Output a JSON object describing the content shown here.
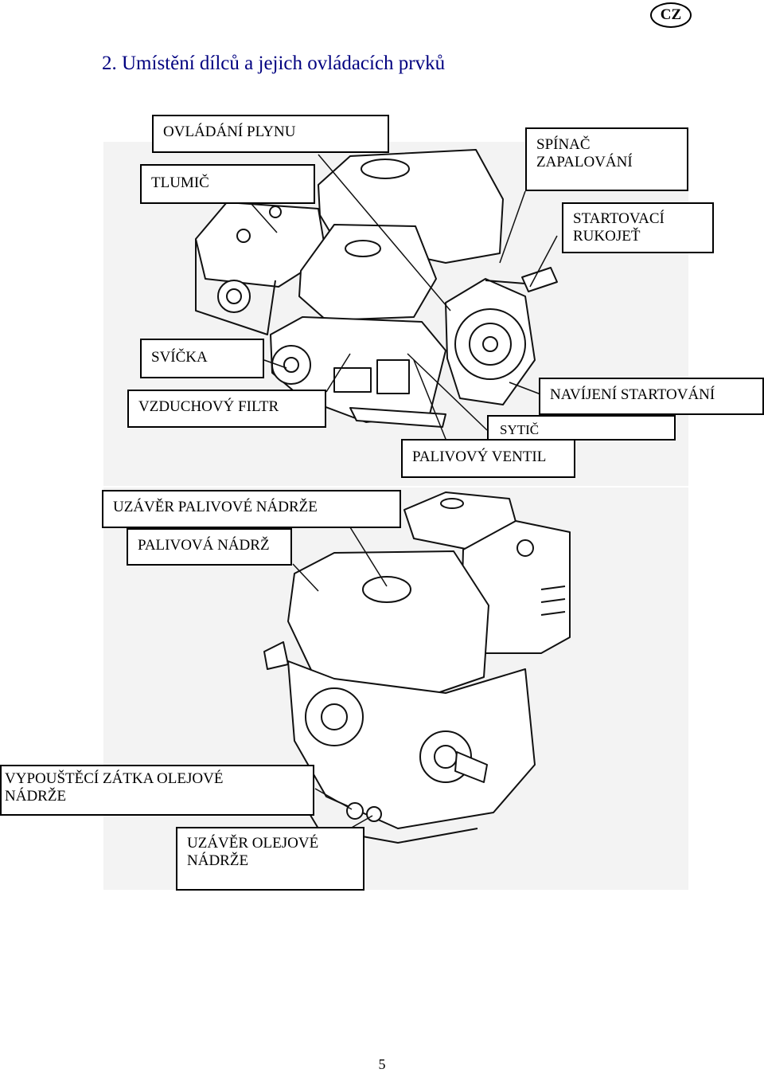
{
  "header": {
    "lang_badge": "CZ",
    "title": "2. Umístění dílců a jejich ovládacích prvků"
  },
  "figure_top": {
    "labels": {
      "throttle": "OVLÁDÁNÍ PLYNU",
      "muffler": "TLUMIČ",
      "ignition_switch": "SPÍNAČ\nZAPALOVÁNÍ",
      "starter_grip": "STARTOVACÍ\nRUKOJEŤ",
      "spark_plug": "SVÍČKA",
      "air_filter": "VZDUCHOVÝ FILTR",
      "recoil_starter": "NAVÍJENÍ STARTOVÁNÍ",
      "choke": "SYTIČ",
      "fuel_valve": "PALIVOVÝ VENTIL"
    }
  },
  "figure_bottom": {
    "labels": {
      "fuel_cap": "UZÁVĚR PALIVOVÉ NÁDRŽE",
      "fuel_tank": "PALIVOVÁ NÁDRŽ",
      "oil_drain_plug": "VYPOUŠTĚCÍ ZÁTKA OLEJOVÉ\nNÁDRŽE",
      "oil_filler_cap": "UZÁVĚR OLEJOVÉ\nNÁDRŽE"
    }
  },
  "footer": {
    "page_number": "5"
  }
}
